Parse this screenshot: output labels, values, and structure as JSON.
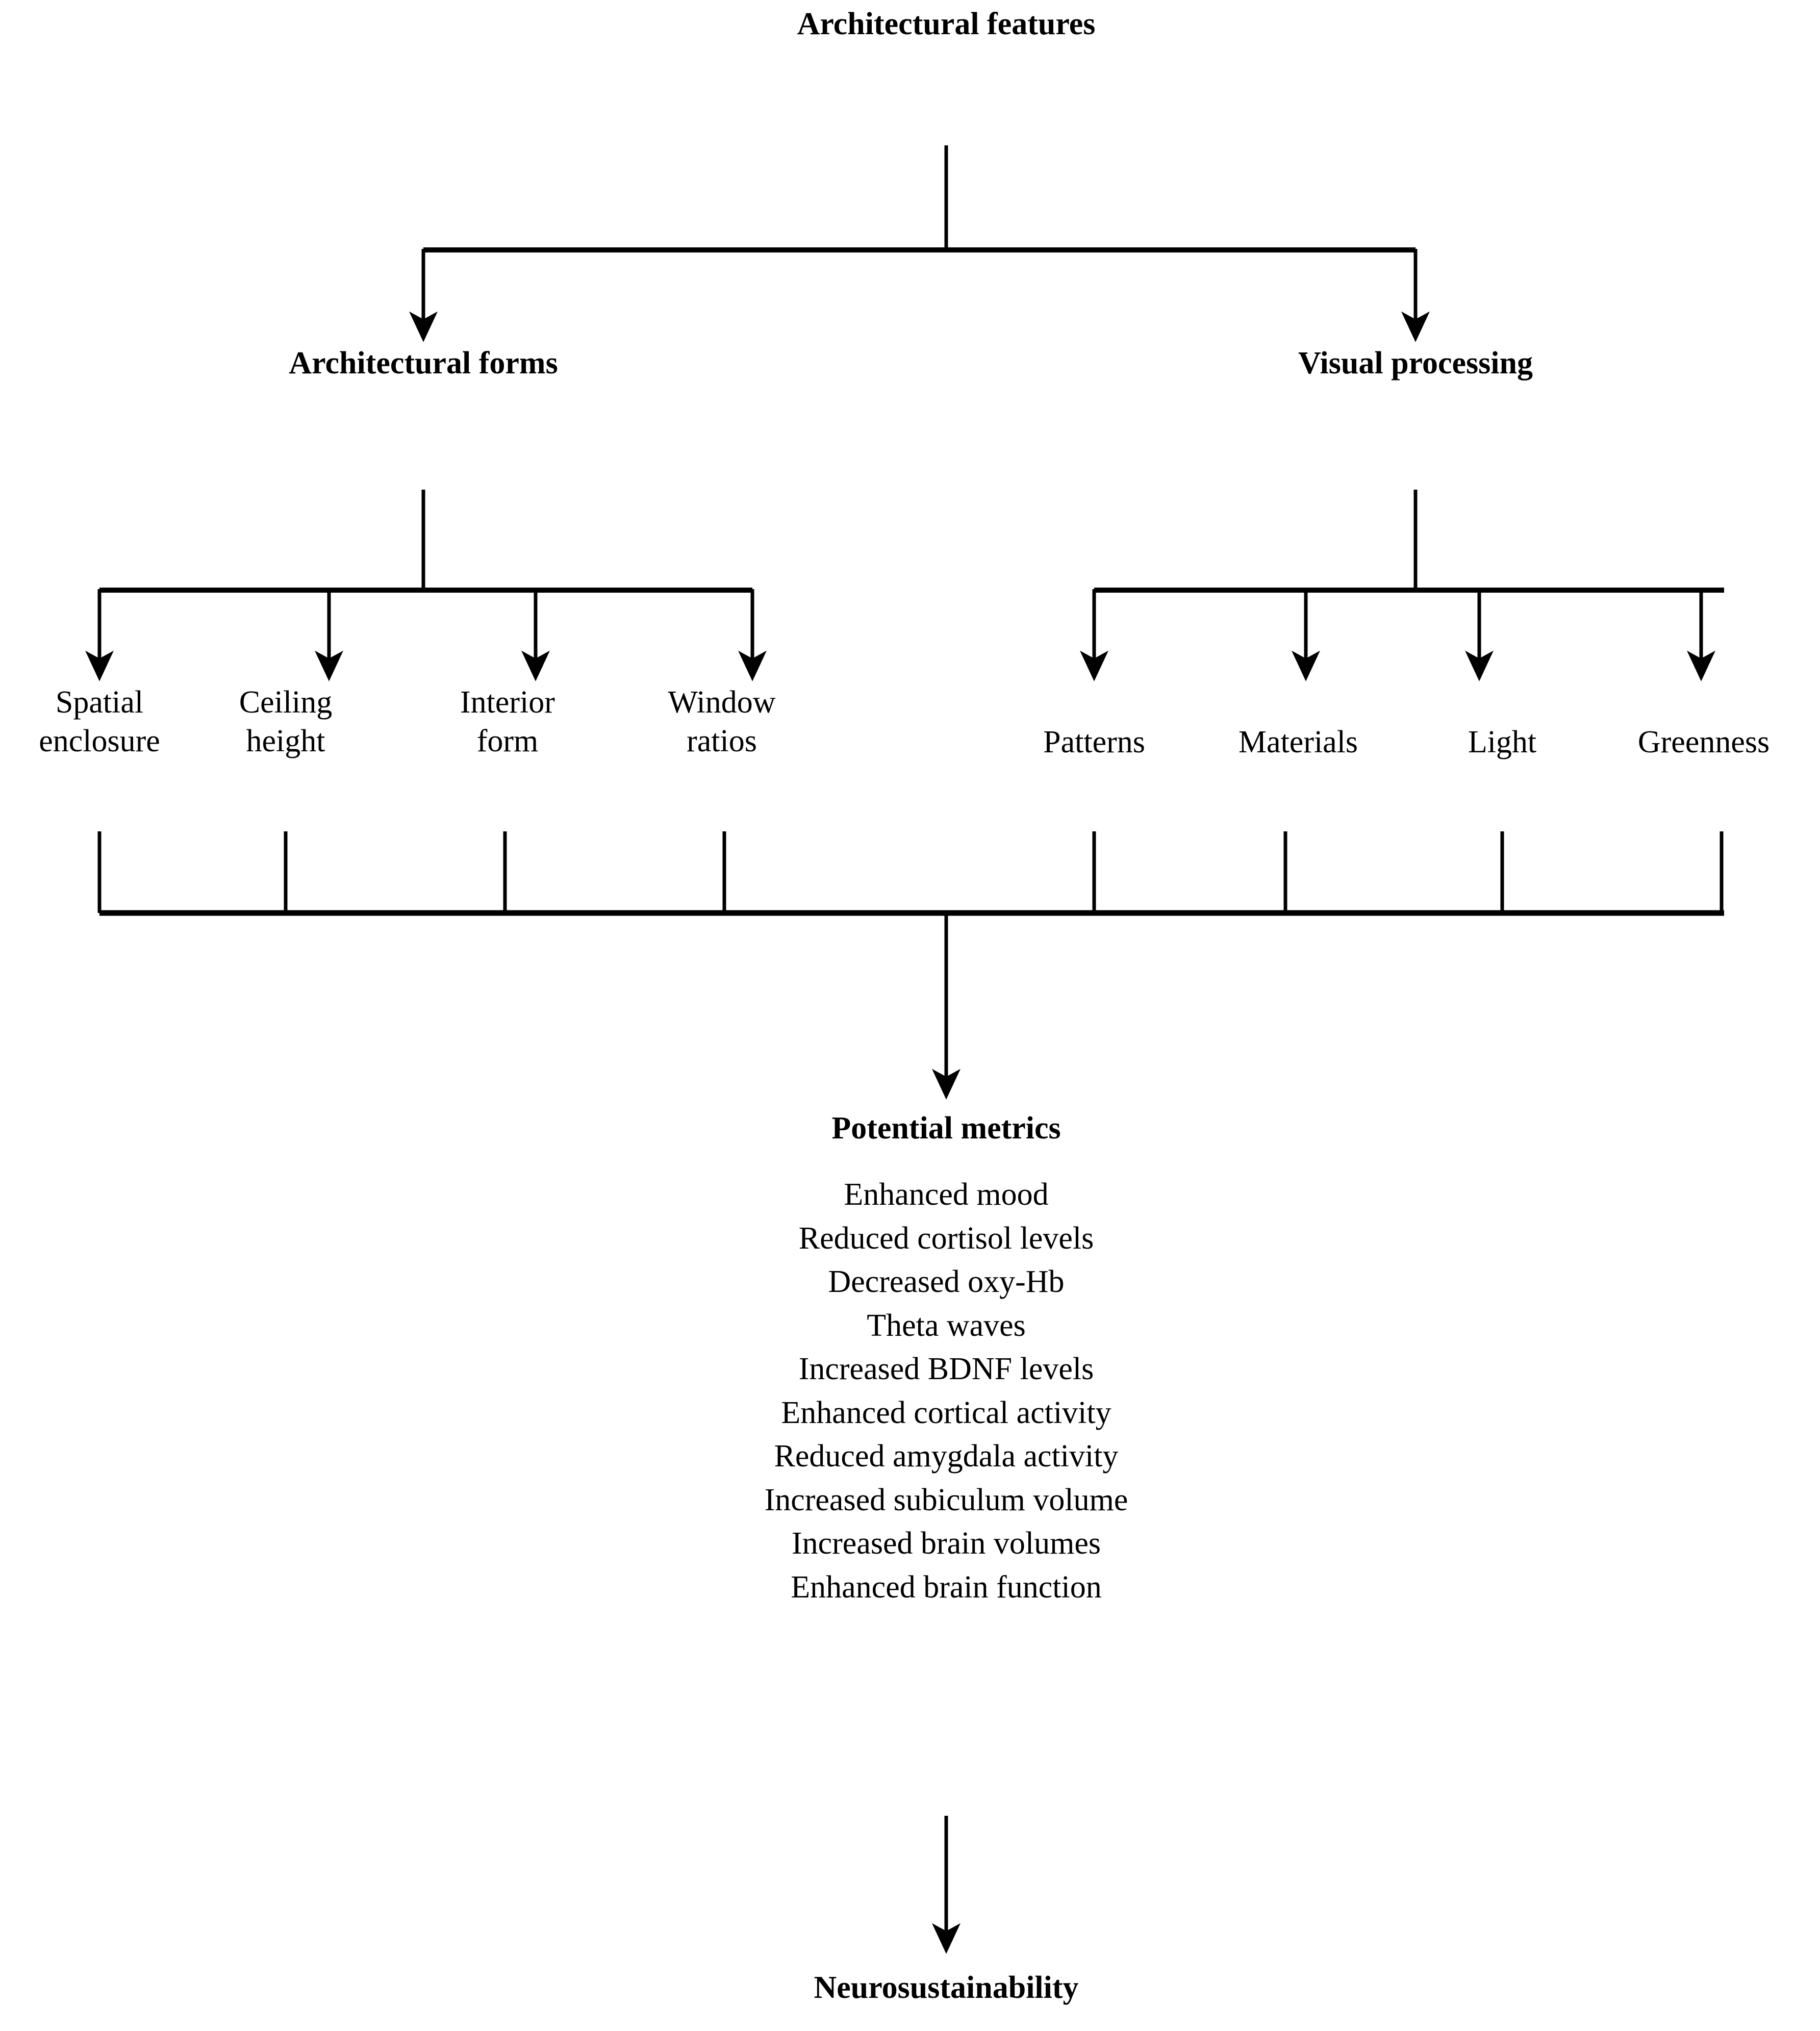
{
  "diagram": {
    "title": "Architectural features",
    "type": "flowchart",
    "orientation": "top-down",
    "line_color": "#000000",
    "background_color": "#ffffff",
    "root": {
      "label": "Architectural features"
    },
    "branches": [
      {
        "label": "Architectural forms",
        "children": [
          {
            "label": "Spatial enclosure"
          },
          {
            "label": "Ceiling height"
          },
          {
            "label": "Interior form"
          },
          {
            "label": "Window ratios"
          }
        ]
      },
      {
        "label": "Visual processing",
        "children": [
          {
            "label": "Patterns"
          },
          {
            "label": "Materials"
          },
          {
            "label": "Light"
          },
          {
            "label": "Greenness"
          }
        ]
      }
    ],
    "metrics": {
      "title": "Potential metrics",
      "items": [
        "Enhanced mood",
        "Reduced cortisol levels",
        "Decreased oxy-Hb",
        "Theta waves",
        "Increased BDNF levels",
        "Enhanced cortical activity",
        "Reduced amygdala activity",
        "Increased subiculum volume",
        "Increased brain volumes",
        "Enhanced brain function"
      ]
    },
    "outcome": {
      "label": "Neurosustainability"
    }
  }
}
